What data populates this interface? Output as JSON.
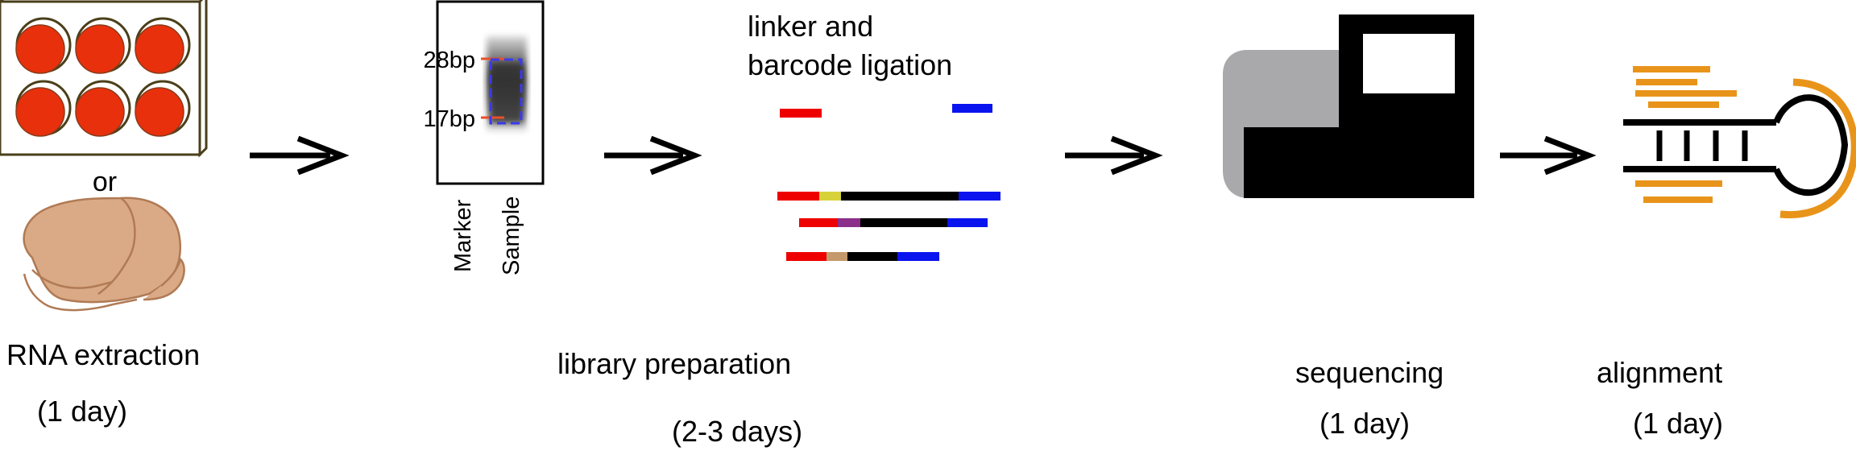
{
  "steps": {
    "rna_extraction": {
      "connector": "or",
      "title": "RNA extraction",
      "duration": "(1 day)"
    },
    "gel": {
      "marker_28": "28bp",
      "marker_17": "17bp",
      "lane_marker": "Marker",
      "lane_sample": "Sample"
    },
    "library": {
      "ligation_line1": "linker and",
      "ligation_line2": "barcode ligation",
      "title": "library preparation",
      "duration": "(2-3 days)"
    },
    "sequencing": {
      "title": "sequencing",
      "duration": "(1 day)"
    },
    "alignment": {
      "title": "alignment",
      "duration": "(1 day)"
    }
  },
  "colors": {
    "well_red": "#e8300c",
    "plate_border": "#4a3f1a",
    "tissue": "#d9aa85",
    "adapter_red": "#ee0000",
    "adapter_blue": "#0a14ee",
    "insert_black": "#000000",
    "barcode_yellow": "#d8d23a",
    "barcode_purple": "#8a2f8a",
    "barcode_tan": "#c49a6c",
    "marker_orange": "#e8502a",
    "gate_blue": "#3a3aee",
    "sequencer_gray": "#a9a9ab",
    "read_orange": "#e8941a"
  }
}
